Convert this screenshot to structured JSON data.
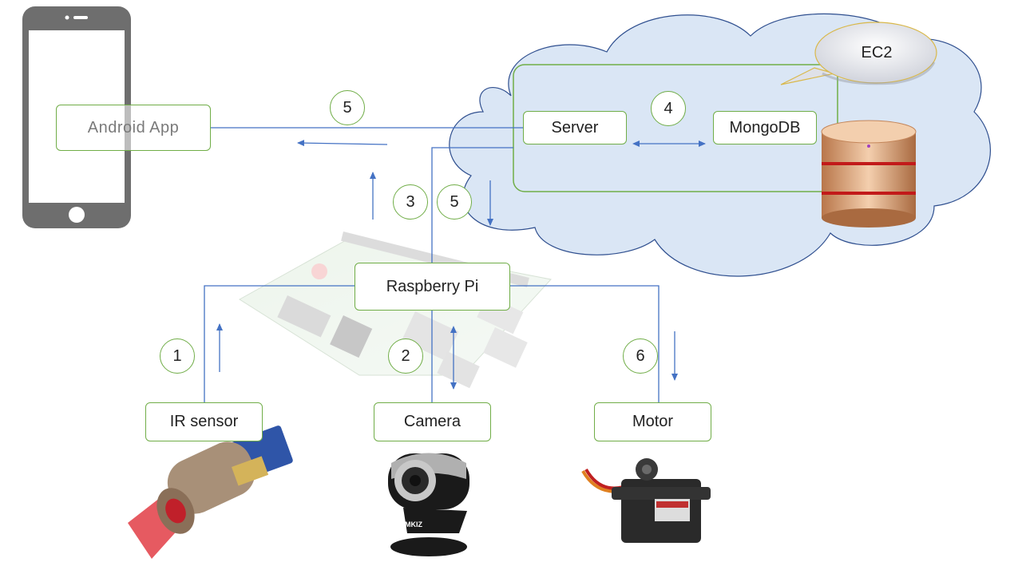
{
  "nodes": {
    "android_app": "Android  App",
    "server": "Server",
    "mongodb": "MongoDB",
    "ec2": "EC2",
    "raspberry_pi": "Raspberry Pi",
    "ir_sensor": "IR sensor",
    "camera": "Camera",
    "motor": "Motor"
  },
  "steps": {
    "s1": "1",
    "s2": "2",
    "s3": "3",
    "s4": "4",
    "s5_top": "5",
    "s5_cloud": "5",
    "s6": "6"
  },
  "webcam_brand": "CIMKIZ",
  "colors": {
    "node_border": "#70ad47",
    "connector": "#4472c4",
    "cloud_fill": "#dae6f5",
    "cloud_stroke": "#2f4f8f",
    "db": "#e8b48a"
  }
}
